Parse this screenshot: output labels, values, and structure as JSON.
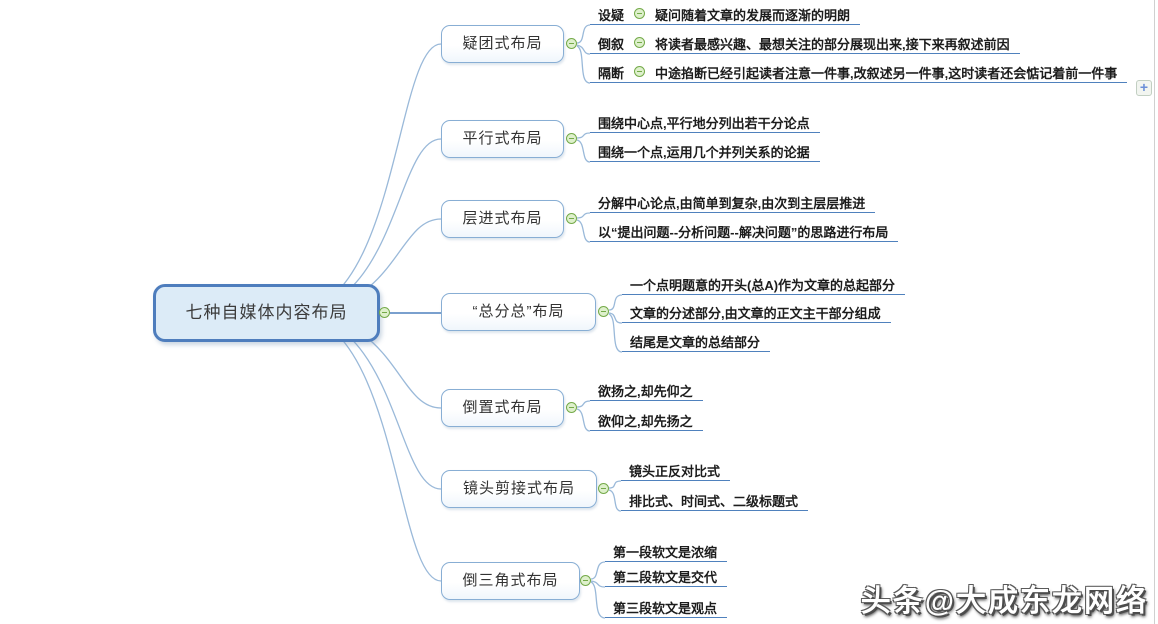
{
  "root": {
    "label": "七种自媒体内容布局"
  },
  "branches": [
    {
      "label": "疑团式布局",
      "children": [
        {
          "label": "设疑",
          "desc": "疑问随着文章的发展而逐渐的明朗"
        },
        {
          "label": "倒叙",
          "desc": "将读者最感兴趣、最想关注的部分展现出来,接下来再叙述前因"
        },
        {
          "label": "隔断",
          "desc": "中途掐断已经引起读者注意一件事,改叙述另一件事,这时读者还会惦记着前一件事"
        }
      ]
    },
    {
      "label": "平行式布局",
      "children": [
        {
          "desc": "围绕中心点,平行地分列出若干分论点"
        },
        {
          "desc": "围绕一个点,运用几个并列关系的论据"
        }
      ]
    },
    {
      "label": "层进式布局",
      "children": [
        {
          "desc": "分解中心论点,由简单到复杂,由次到主层层推进"
        },
        {
          "desc": "以“提出问题--分析问题--解决问题”的思路进行布局"
        }
      ]
    },
    {
      "label": "“总分总”布局",
      "children": [
        {
          "desc": "一个点明题意的开头(总A)作为文章的总起部分"
        },
        {
          "desc": "文章的分述部分,由文章的正文主干部分组成"
        },
        {
          "desc": "结尾是文章的总结部分"
        }
      ]
    },
    {
      "label": "倒置式布局",
      "children": [
        {
          "desc": "欲扬之,却先仰之"
        },
        {
          "desc": "欲仰之,却先扬之"
        }
      ]
    },
    {
      "label": "镜头剪接式布局",
      "children": [
        {
          "desc": "镜头正反对比式"
        },
        {
          "desc": "排比式、时间式、二级标题式"
        }
      ]
    },
    {
      "label": "倒三角式布局",
      "children": [
        {
          "desc": "第一段软文是浓缩"
        },
        {
          "desc": "第二段软文是交代"
        },
        {
          "desc": "第三段软文是观点"
        }
      ]
    }
  ],
  "expand_button": {
    "label": "+"
  },
  "watermark": {
    "text": "头条@大成东龙网络"
  },
  "colors": {
    "root_border": "#4e7dbd",
    "root_fill": "#dcebf7",
    "branch_border": "#88aed4",
    "underline": "#4f81bd",
    "connector": "#9ab9d9",
    "collapse_green": "#74aa49",
    "collapse_fill": "#def0cc"
  }
}
